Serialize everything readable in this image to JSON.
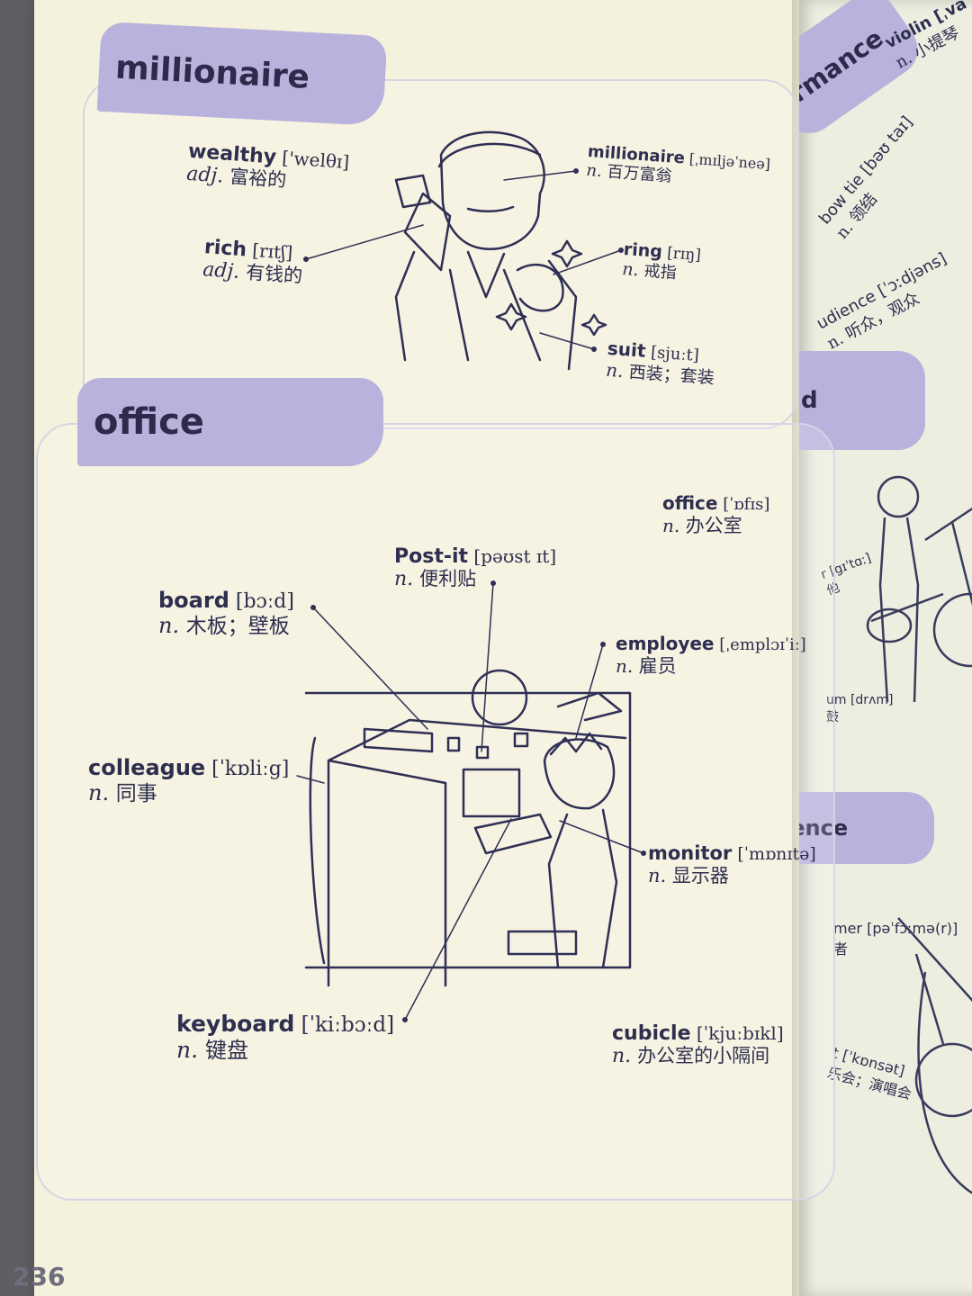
{
  "page_number": "236",
  "millionaire_section": {
    "title": "millionaire",
    "words": [
      {
        "key": "wealthy",
        "en": "wealthy",
        "ph": " ['welθɪ]",
        "pos": "adj.",
        "cn": "富裕的"
      },
      {
        "key": "rich",
        "en": "rich",
        "ph": " [rɪtʃ]",
        "pos": "adj.",
        "cn": "有钱的"
      },
      {
        "key": "millionaire",
        "en": "millionaire",
        "ph": " [ˌmɪljəˈneə]",
        "pos": "n.",
        "cn": "百万富翁"
      },
      {
        "key": "ring",
        "en": "ring",
        "ph": " [rɪŋ]",
        "pos": "n.",
        "cn": "戒指"
      },
      {
        "key": "suit",
        "en": "suit",
        "ph": " [sjuːt]",
        "pos": "n.",
        "cn": "西装；套装"
      }
    ]
  },
  "office_section": {
    "title": "office",
    "words": [
      {
        "key": "office",
        "en": "office",
        "ph": " [ˈɒfɪs]",
        "pos": "n.",
        "cn": "办公室"
      },
      {
        "key": "post-it",
        "en": "Post-it",
        "ph": " [pəʊst ɪt]",
        "pos": "n.",
        "cn": "便利贴"
      },
      {
        "key": "board",
        "en": "board",
        "ph": " [bɔːd]",
        "pos": "n.",
        "cn": "木板；壁板"
      },
      {
        "key": "employee",
        "en": "employee",
        "ph": " [ˌemplɔɪˈiː]",
        "pos": "n.",
        "cn": "雇员"
      },
      {
        "key": "colleague",
        "en": "colleague",
        "ph": " [ˈkɒliːg]",
        "pos": "n.",
        "cn": "同事"
      },
      {
        "key": "monitor",
        "en": "monitor",
        "ph": " [ˈmɒnɪtə]",
        "pos": "n.",
        "cn": "显示器"
      },
      {
        "key": "keyboard",
        "en": "keyboard",
        "ph": " [ˈkiːbɔːd]",
        "pos": "n.",
        "cn": "键盘"
      },
      {
        "key": "cubicle",
        "en": "cubicle",
        "ph": " [ˈkjuːbɪkl]",
        "pos": "n.",
        "cn": "办公室的小隔间"
      }
    ]
  },
  "right_page": {
    "tab_top": "rmance",
    "tab_mid": "d",
    "tab_bottom": "ience",
    "words": [
      {
        "key": "violin",
        "en": "violin [ˌva",
        "cn": "n. 小提琴"
      },
      {
        "key": "bow-tie",
        "en": "bow tie [bəʊ taɪ]",
        "cn": "n. 领结"
      },
      {
        "key": "audience",
        "en": "udience [ˈɔːdjəns]",
        "cn": "n. 听众，观众"
      },
      {
        "key": "guitar",
        "en": "r [gɪˈtɑː]",
        "cn": "他"
      },
      {
        "key": "drum",
        "en": "um [drʌm]",
        "cn": "鼓"
      },
      {
        "key": "performer",
        "en": "mer [pəˈfɔːmə(r)]",
        "cn": "者"
      },
      {
        "key": "concert",
        "en": "t [ˈkɒnsət]",
        "cn": "乐会；演唱会"
      }
    ]
  },
  "colors": {
    "page": "#f4f1dc",
    "tab": "#b9b2dc",
    "ink": "#2e2e4f",
    "border": "#d7d4e6"
  }
}
